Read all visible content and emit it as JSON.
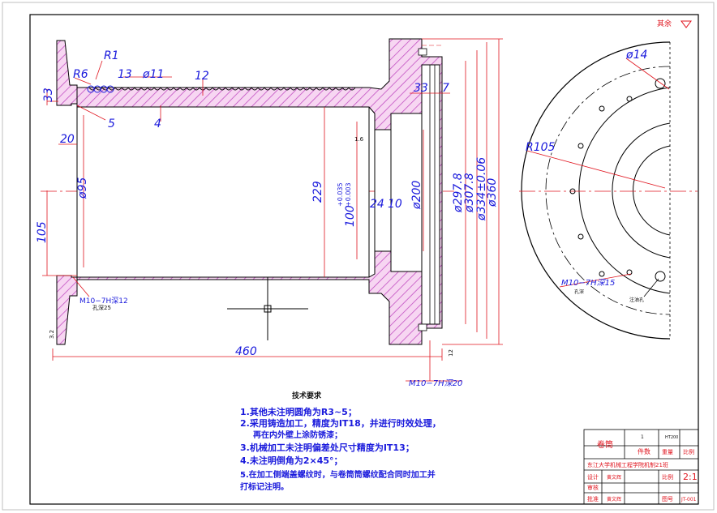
{
  "dims": {
    "r1": "R1",
    "r6": "R6",
    "d13": "13",
    "d11": "ø11",
    "d12": "12",
    "d33_left": "33",
    "d5": "5",
    "d4": "4",
    "d20": "20",
    "d95": "ø95",
    "d105": "105",
    "d229": "229",
    "d100": "100",
    "d100_tol_up": "+0.035",
    "d100_tol_dn": "+0.003",
    "d24": "24",
    "d10": "10",
    "d200": "ø200",
    "d33_right": "33",
    "d7": "7",
    "d2978": "ø297.8",
    "d3078": "ø307.8",
    "d334": "ø334±0.06",
    "d360": "ø360",
    "d460": "460",
    "ra16": "1.6",
    "ra32": "3.2",
    "ra_right": "12",
    "m10_left": "M10−7H深12",
    "m10_left_sub": "孔深25",
    "m10_bottom": "M10−7H深20",
    "d14": "ø14",
    "r105": "R105",
    "m10_right": "M10−7H深15",
    "m10_right_sub": "孔深",
    "oil_hole": "注油孔",
    "others": "其余"
  },
  "notes": {
    "title": "技术要求",
    "items": [
      "1.其他未注明圆角为R3~5；",
      "2.采用铸造加工，精度为IT18，并进行时效处理，",
      "再在内外壁上涂防锈漆；",
      "3.机械加工未注明偏差处尺寸精度为IT13；",
      "4.未注明倒角为2×45°；",
      "5.在加工侧端盖螺纹时，与卷筒筒螺纹配合同时加工并",
      "打标记注明。"
    ]
  },
  "titleblock": {
    "part": "卷筒",
    "material": "HT200",
    "qty": "1",
    "h_piece": "件数",
    "h_weight": "重量",
    "h_scale": "比例",
    "h_mark": "图号",
    "school": "东江大学机械工程学院机制21班",
    "designer_label": "设计",
    "checker_label": "审核",
    "approver_label": "批准",
    "designer": "黄文辉",
    "approver": "黄文辉",
    "scale_label": "比例",
    "scale": "2:1",
    "sheet_label": "图号",
    "sheet": "JT-001"
  }
}
